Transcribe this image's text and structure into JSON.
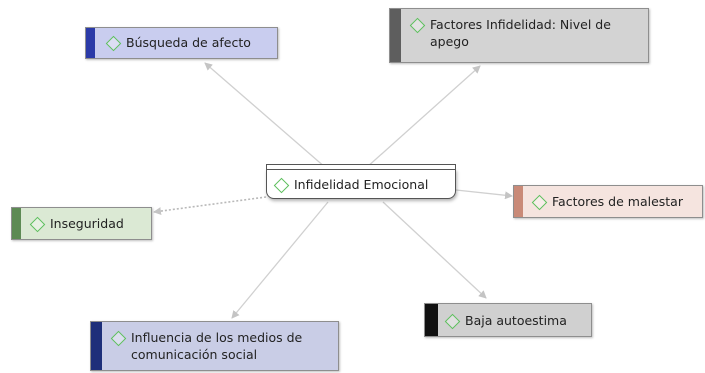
{
  "diagram": {
    "center": {
      "label": "Infidelidad Emocional"
    },
    "nodes": [
      {
        "id": "busqueda",
        "label": "Búsqueda de afecto",
        "fill": "#c9cdef",
        "accent": "#2b3aa8"
      },
      {
        "id": "factores-infidelidad",
        "label": "Factores Infidelidad: Nivel de apego",
        "fill": "#d3d3d3",
        "accent": "#5e5e5e"
      },
      {
        "id": "inseguridad",
        "label": "Inseguridad",
        "fill": "#dbe9d4",
        "accent": "#5d8a54"
      },
      {
        "id": "factores-malestar",
        "label": "Factores de malestar",
        "fill": "#f5e4df",
        "accent": "#c98a78"
      },
      {
        "id": "baja-autoestima",
        "label": "Baja autoestima",
        "fill": "#d0d0d0",
        "accent": "#111111"
      },
      {
        "id": "influencia-medios",
        "label": "Influencia de los medios de comunicación social",
        "fill": "#c9cde6",
        "accent": "#1e2f7a"
      }
    ],
    "diamond_color": "#5cbf5c",
    "edge_color": "#c8c8c8"
  }
}
